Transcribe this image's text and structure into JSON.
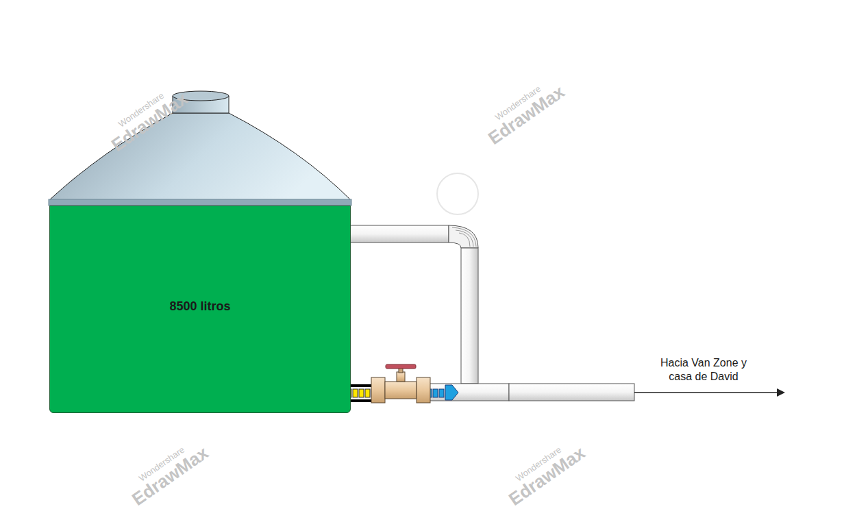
{
  "diagram": {
    "nodes": [
      {
        "text": [
          "8500 litros"
        ]
      }
    ],
    "labels": [
      "Hacia Van Zone y casa de David",
      "Wondershare",
      "EdrawMax",
      "Wondershare",
      "EdrawMax",
      "Wondershare",
      "EdrawMax",
      "Wondershare",
      "EdrawMax"
    ]
  }
}
